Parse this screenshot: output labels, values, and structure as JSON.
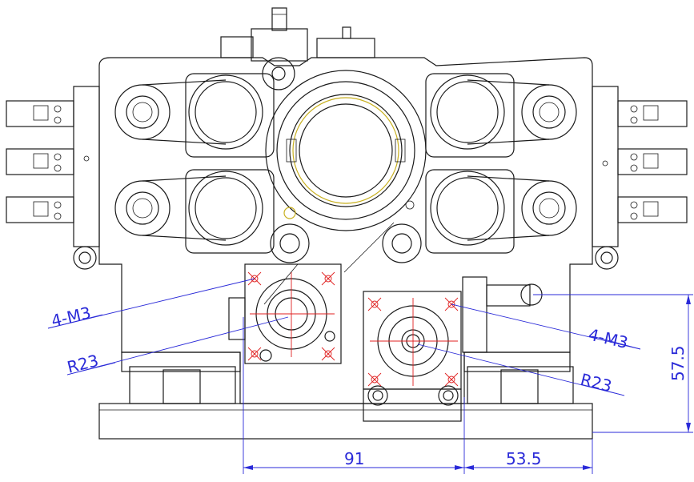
{
  "annotations": {
    "thread_left": "4-M3",
    "radius_left": "R23",
    "thread_right": "4-M3",
    "radius_right": "R23"
  },
  "dimensions": {
    "horizontal_left": "91",
    "horizontal_right": "53.5",
    "vertical": "57.5"
  },
  "colors": {
    "outline": "#1a1a1a",
    "centerline": "#e02020",
    "dimension": "#2a2ad8",
    "ring_highlight": "#c8b020"
  }
}
